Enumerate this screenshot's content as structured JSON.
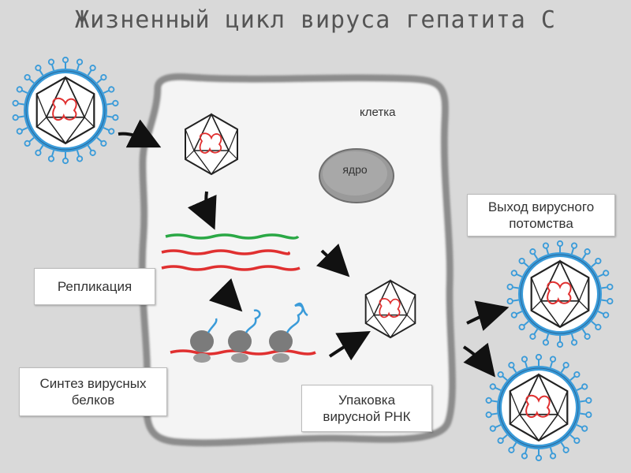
{
  "title": "Жизненный цикл вируса гепатита С",
  "labels": {
    "cell": "клетка",
    "nucleus": "ядро",
    "replication": "Репликация",
    "protein_synthesis": "Синтез вирусных\nбелков",
    "packaging": "Упаковка\nвирусной РНК",
    "release": "Выход вирусного\nпотомства"
  },
  "colors": {
    "envelope_spikes": "#3a9bd9",
    "rna": "#e03030",
    "new_strand": "#2aa845",
    "cell_fill": "#f4f4f4",
    "nucleus_fill": "#9a9a9a"
  }
}
